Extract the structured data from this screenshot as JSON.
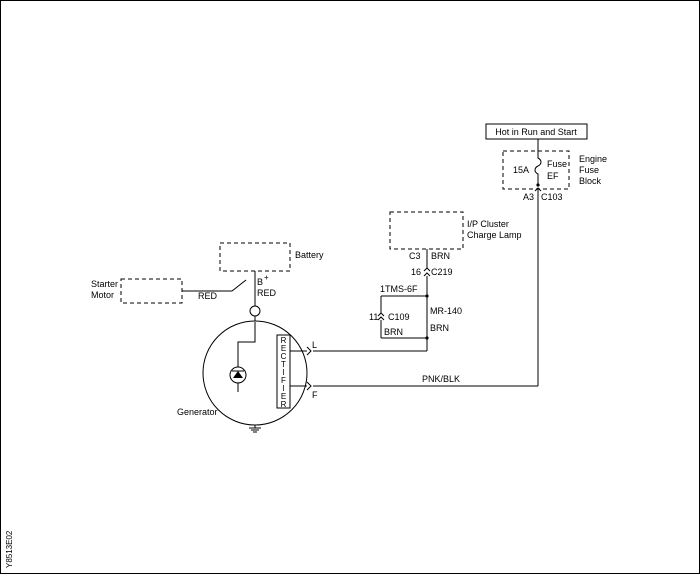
{
  "labels": {
    "hot_in_run_and_start": "Hot in Run and Start",
    "fuse_amp": "15A",
    "fuse_name_line1": "Fuse",
    "fuse_name_line2": "EF",
    "engine_fuse_block_line1": "Engine",
    "engine_fuse_block_line2": "Fuse",
    "engine_fuse_block_line3": "Block",
    "a3": "A3",
    "c103": "C103",
    "ip_cluster_line1": "I/P Cluster",
    "ip_cluster_line2": "Charge Lamp",
    "c3": "C3",
    "brn_top": "BRN",
    "pin16": "16",
    "c219": "C219",
    "splice_1tms": "1TMS-6F",
    "mr140": "MR-140",
    "pin11": "11",
    "c109": "C109",
    "brn_left": "BRN",
    "brn_right": "BRN",
    "battery": "Battery",
    "b_plus": "B",
    "plus_sign": "+",
    "red_battery": "RED",
    "starter_line1": "Starter",
    "starter_line2": "Motor",
    "red_starter": "RED",
    "rectifier": [
      "R",
      "E",
      "C",
      "T",
      "I",
      "F",
      "I",
      "E",
      "R"
    ],
    "terminal_l": "L",
    "terminal_f": "F",
    "pnk_blk": "PNK/BLK",
    "generator": "Generator",
    "figure_id": "Y8513E02"
  }
}
